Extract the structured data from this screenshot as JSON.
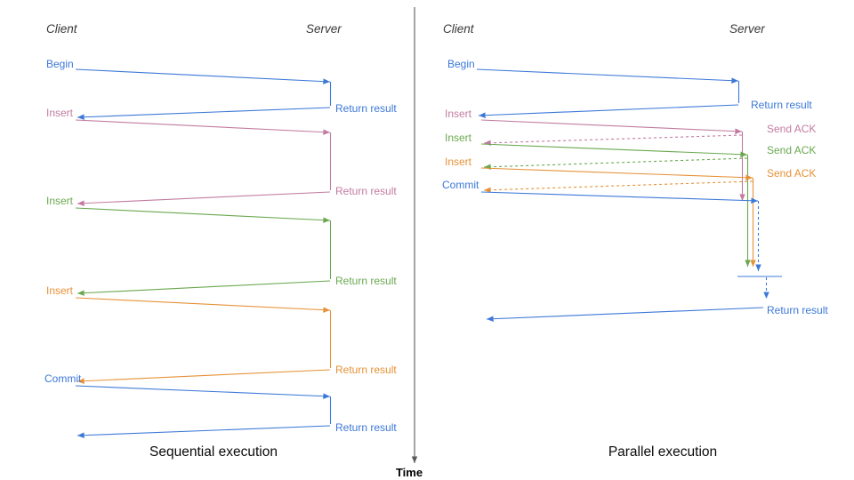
{
  "palette": {
    "blue": "#3c78d8",
    "magenta_pink": "#c27ba0",
    "green": "#6aa84f",
    "orange": "#e69138",
    "timeline_gray": "#595959",
    "text_black": "#000000"
  },
  "timeline_label": "Time",
  "sequential": {
    "caption": "Sequential execution",
    "client_header": "Client",
    "server_header": "Server",
    "requests": [
      "Begin",
      "Insert",
      "Insert",
      "Insert",
      "Commit"
    ],
    "responses": [
      "Return result",
      "Return result",
      "Return result",
      "Return result",
      "Return result"
    ]
  },
  "parallel": {
    "caption": "Parallel execution",
    "client_header": "Client",
    "server_header": "Server",
    "requests": [
      "Begin",
      "Insert",
      "Insert",
      "Insert",
      "Commit"
    ],
    "responses": [
      "Return result",
      "Send ACK",
      "Send ACK",
      "Send ACK",
      "Return result"
    ]
  }
}
